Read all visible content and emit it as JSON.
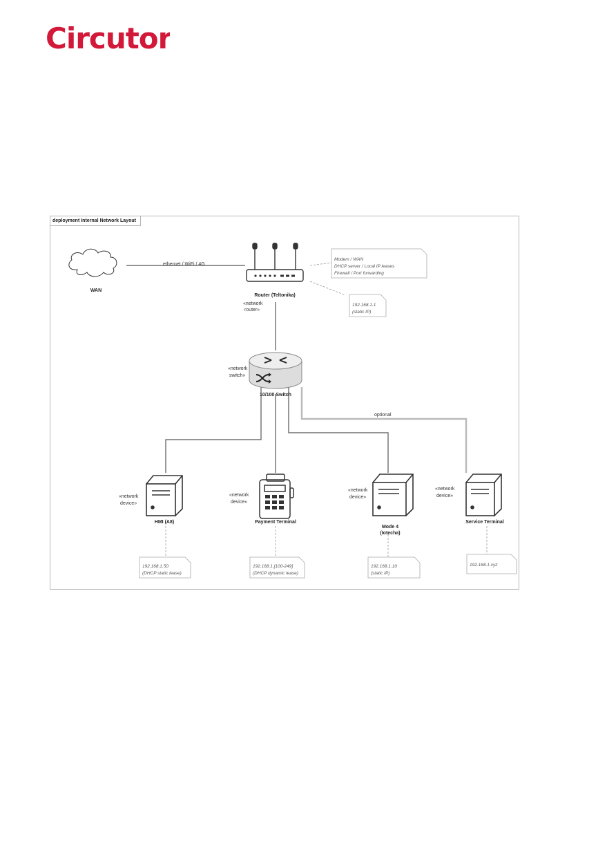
{
  "brand": {
    "logo_text": "Circutor",
    "color": "#d2193a"
  },
  "diagram": {
    "title": "deployment Internal Network Layout",
    "nodes": {
      "wan": {
        "label": "WAN",
        "icon": "cloud-icon"
      },
      "router": {
        "label": "Router (Teltonika)",
        "stereotype_1": "«network",
        "stereotype_2": "router»",
        "icon": "router-icon"
      },
      "switch": {
        "label": "10/100 Switch",
        "stereotype_1": "«network",
        "stereotype_2": "switch»",
        "icon": "switch-icon"
      },
      "hmi": {
        "label": "HMI (A8)",
        "stereotype_1": "«network",
        "stereotype_2": "device»",
        "icon": "server-icon"
      },
      "payment": {
        "label": "Payment Terminal",
        "stereotype_1": "«network",
        "stereotype_2": "device»",
        "icon": "payment-terminal-icon"
      },
      "mode4": {
        "label_1": "Mode 4",
        "label_2": "(Iotecha)",
        "stereotype_1": "«network",
        "stereotype_2": "device»",
        "icon": "server-icon"
      },
      "service": {
        "label": "Service Terminal",
        "stereotype_1": "«network",
        "stereotype_2": "device»",
        "icon": "server-icon"
      }
    },
    "connections": {
      "wan_router": "ethernet / WiFi / 4G",
      "switch_service": "optional"
    },
    "notes": {
      "router_roles": [
        "Modem / WAN",
        "DHCP server / Local IP leases",
        "Firewall / Port forwarding"
      ],
      "router_ip": [
        "192.168.1.1",
        "(static IP)"
      ],
      "hmi_ip": [
        "192.168.1.50",
        "(DHCP static lease)"
      ],
      "payment_ip": [
        "192.168.1.[100-249]",
        "(DHCP dynamic lease)"
      ],
      "mode4_ip": [
        "192.168.1.10",
        "(static IP)"
      ],
      "service_ip": [
        "192.168.1.xyz"
      ]
    }
  }
}
